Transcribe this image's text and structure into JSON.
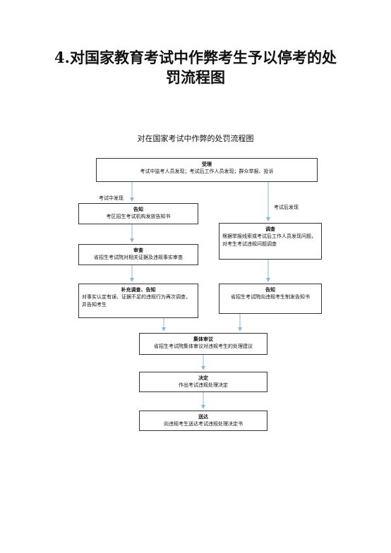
{
  "page": {
    "title_line_1": "4.对国家教育考试中作弊考生予以停考的处",
    "title_line_2": "罚流程图"
  },
  "flowchart": {
    "title": "对在国家考试中作弊的处罚流程图",
    "colors": {
      "arrow": "#8fb8d6",
      "border": "#333333"
    },
    "nodes": {
      "accept": {
        "title": "受理",
        "body": "考试中监考人员发现；考试后工作人员发现；群众举报、投诉"
      },
      "notify_left": {
        "title": "告知",
        "body": "考区招生考试机构发放告知书"
      },
      "review": {
        "title": "审查",
        "body": "省招生考试院对相关证据及违规事实审查"
      },
      "supplement": {
        "title": "补充调查、告知",
        "body": "对事实认定有误、证据不足的违规行为再次调查，并告知考生"
      },
      "investigate": {
        "title": "调查",
        "body": "根据举报线索或考试后工作人员发现问题，对考生考试违规问题调查"
      },
      "notify_right": {
        "title": "告知",
        "body": "省招生考试院向违规考生制发告知书"
      },
      "collective": {
        "title": "集体审议",
        "body": "省招生考试院集体审议对违规考生的处理建议"
      },
      "decision": {
        "title": "决定",
        "body": "作出考试违规处理决定"
      },
      "deliver": {
        "title": "送达",
        "body": "向违规考生送达考试违规处理决定书"
      }
    },
    "edge_labels": {
      "during_exam": "考试中发现",
      "after_exam": "考试后发现"
    }
  }
}
